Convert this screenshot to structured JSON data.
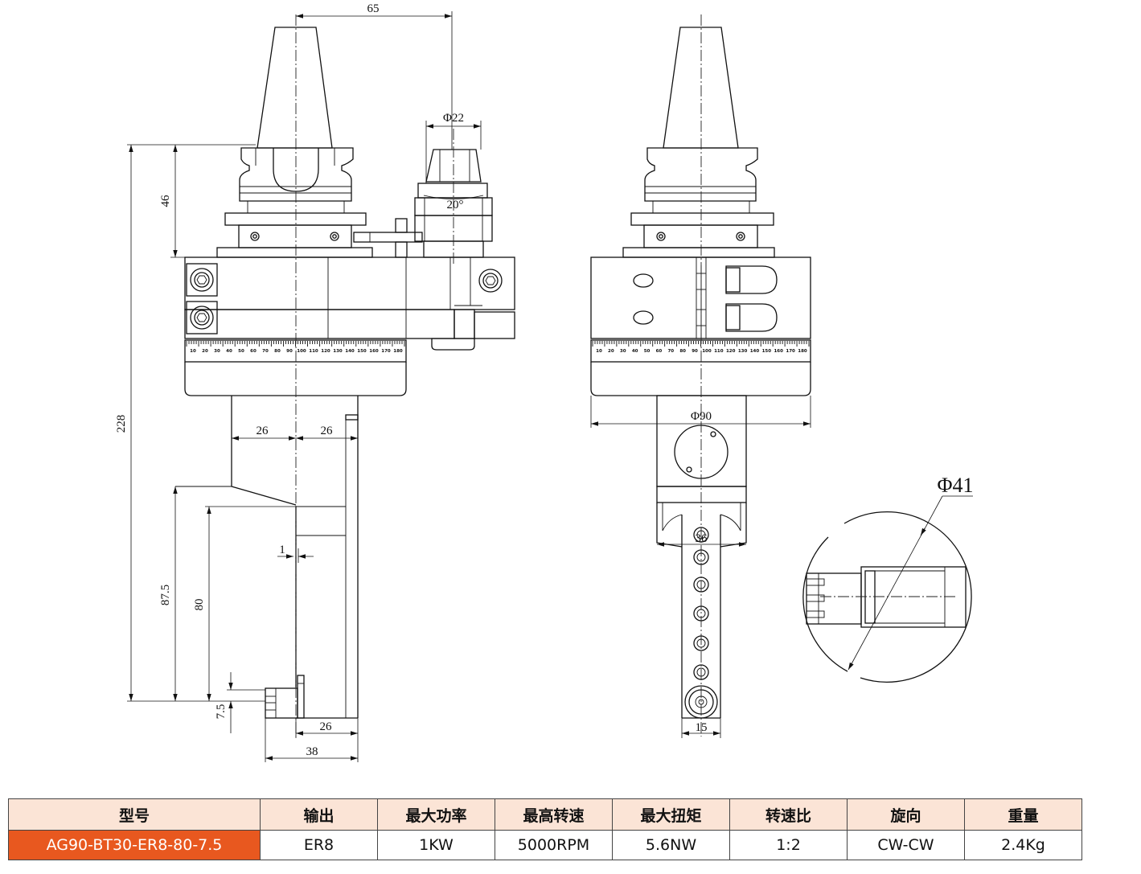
{
  "drawing": {
    "dims": {
      "d65": "65",
      "phi22": "Φ22",
      "angle20": "20°",
      "d46": "46",
      "d228": "228",
      "d26_left": "26",
      "d26_right": "26",
      "d1": "1",
      "d87_5": "87.5",
      "d80": "80",
      "d7_5": "7.5",
      "d26_bottom": "26",
      "d38": "38",
      "phi90": "Φ90",
      "d36": "36",
      "d15": "15",
      "phi41": "Φ41"
    },
    "scale_numbers": [
      "10",
      "20",
      "30",
      "40",
      "50",
      "60",
      "70",
      "80",
      "90",
      "100",
      "110",
      "120",
      "130",
      "140",
      "150",
      "160",
      "170",
      "180"
    ]
  },
  "table": {
    "headers": [
      "型号",
      "输出",
      "最大功率",
      "最高转速",
      "最大扭矩",
      "转速比",
      "旋向",
      "重量"
    ],
    "row": [
      "AG90-BT30-ER8-80-7.5",
      "ER8",
      "1KW",
      "5000RPM",
      "5.6NW",
      "1:2",
      "CW-CW",
      "2.4Kg"
    ]
  },
  "colors": {
    "header_bg": "#FBE4D6",
    "model_cell_bg": "#E8581F",
    "model_cell_text": "#FFFFFF",
    "line": "#111111"
  }
}
